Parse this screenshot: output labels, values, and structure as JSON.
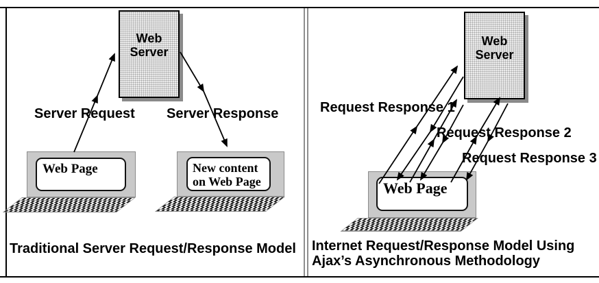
{
  "colors": {
    "ink": "#000000",
    "frame_border": "#000000",
    "divider_gray": "#8e8e8e",
    "server_fill": "#ececec",
    "server_dot": "#a6a6a6",
    "server_shadow": "#8a8a8a",
    "laptop_body": "#c9c9c9",
    "screen_background": "#ffffff",
    "keyboard_dark": "#161616"
  },
  "left_panel": {
    "server": {
      "line1": "Web",
      "line2": "Server"
    },
    "request_label": "Server Request",
    "response_label": "Server Response",
    "laptop_request": {
      "screen_text": "Web Page"
    },
    "laptop_response": {
      "screen_line1": "New content",
      "screen_line2": "on Web Page"
    },
    "caption": "Traditional Server Request/Response Model"
  },
  "right_panel": {
    "server": {
      "line1": "Web",
      "line2": "Server"
    },
    "labels": [
      "Request Response 1",
      "Request Response 2",
      "Request Response 3"
    ],
    "laptop": {
      "screen_text": "Web Page"
    },
    "caption_line1": "Internet Request/Response Model Using",
    "caption_line2": "Ajax’s Asynchronous Methodology"
  }
}
